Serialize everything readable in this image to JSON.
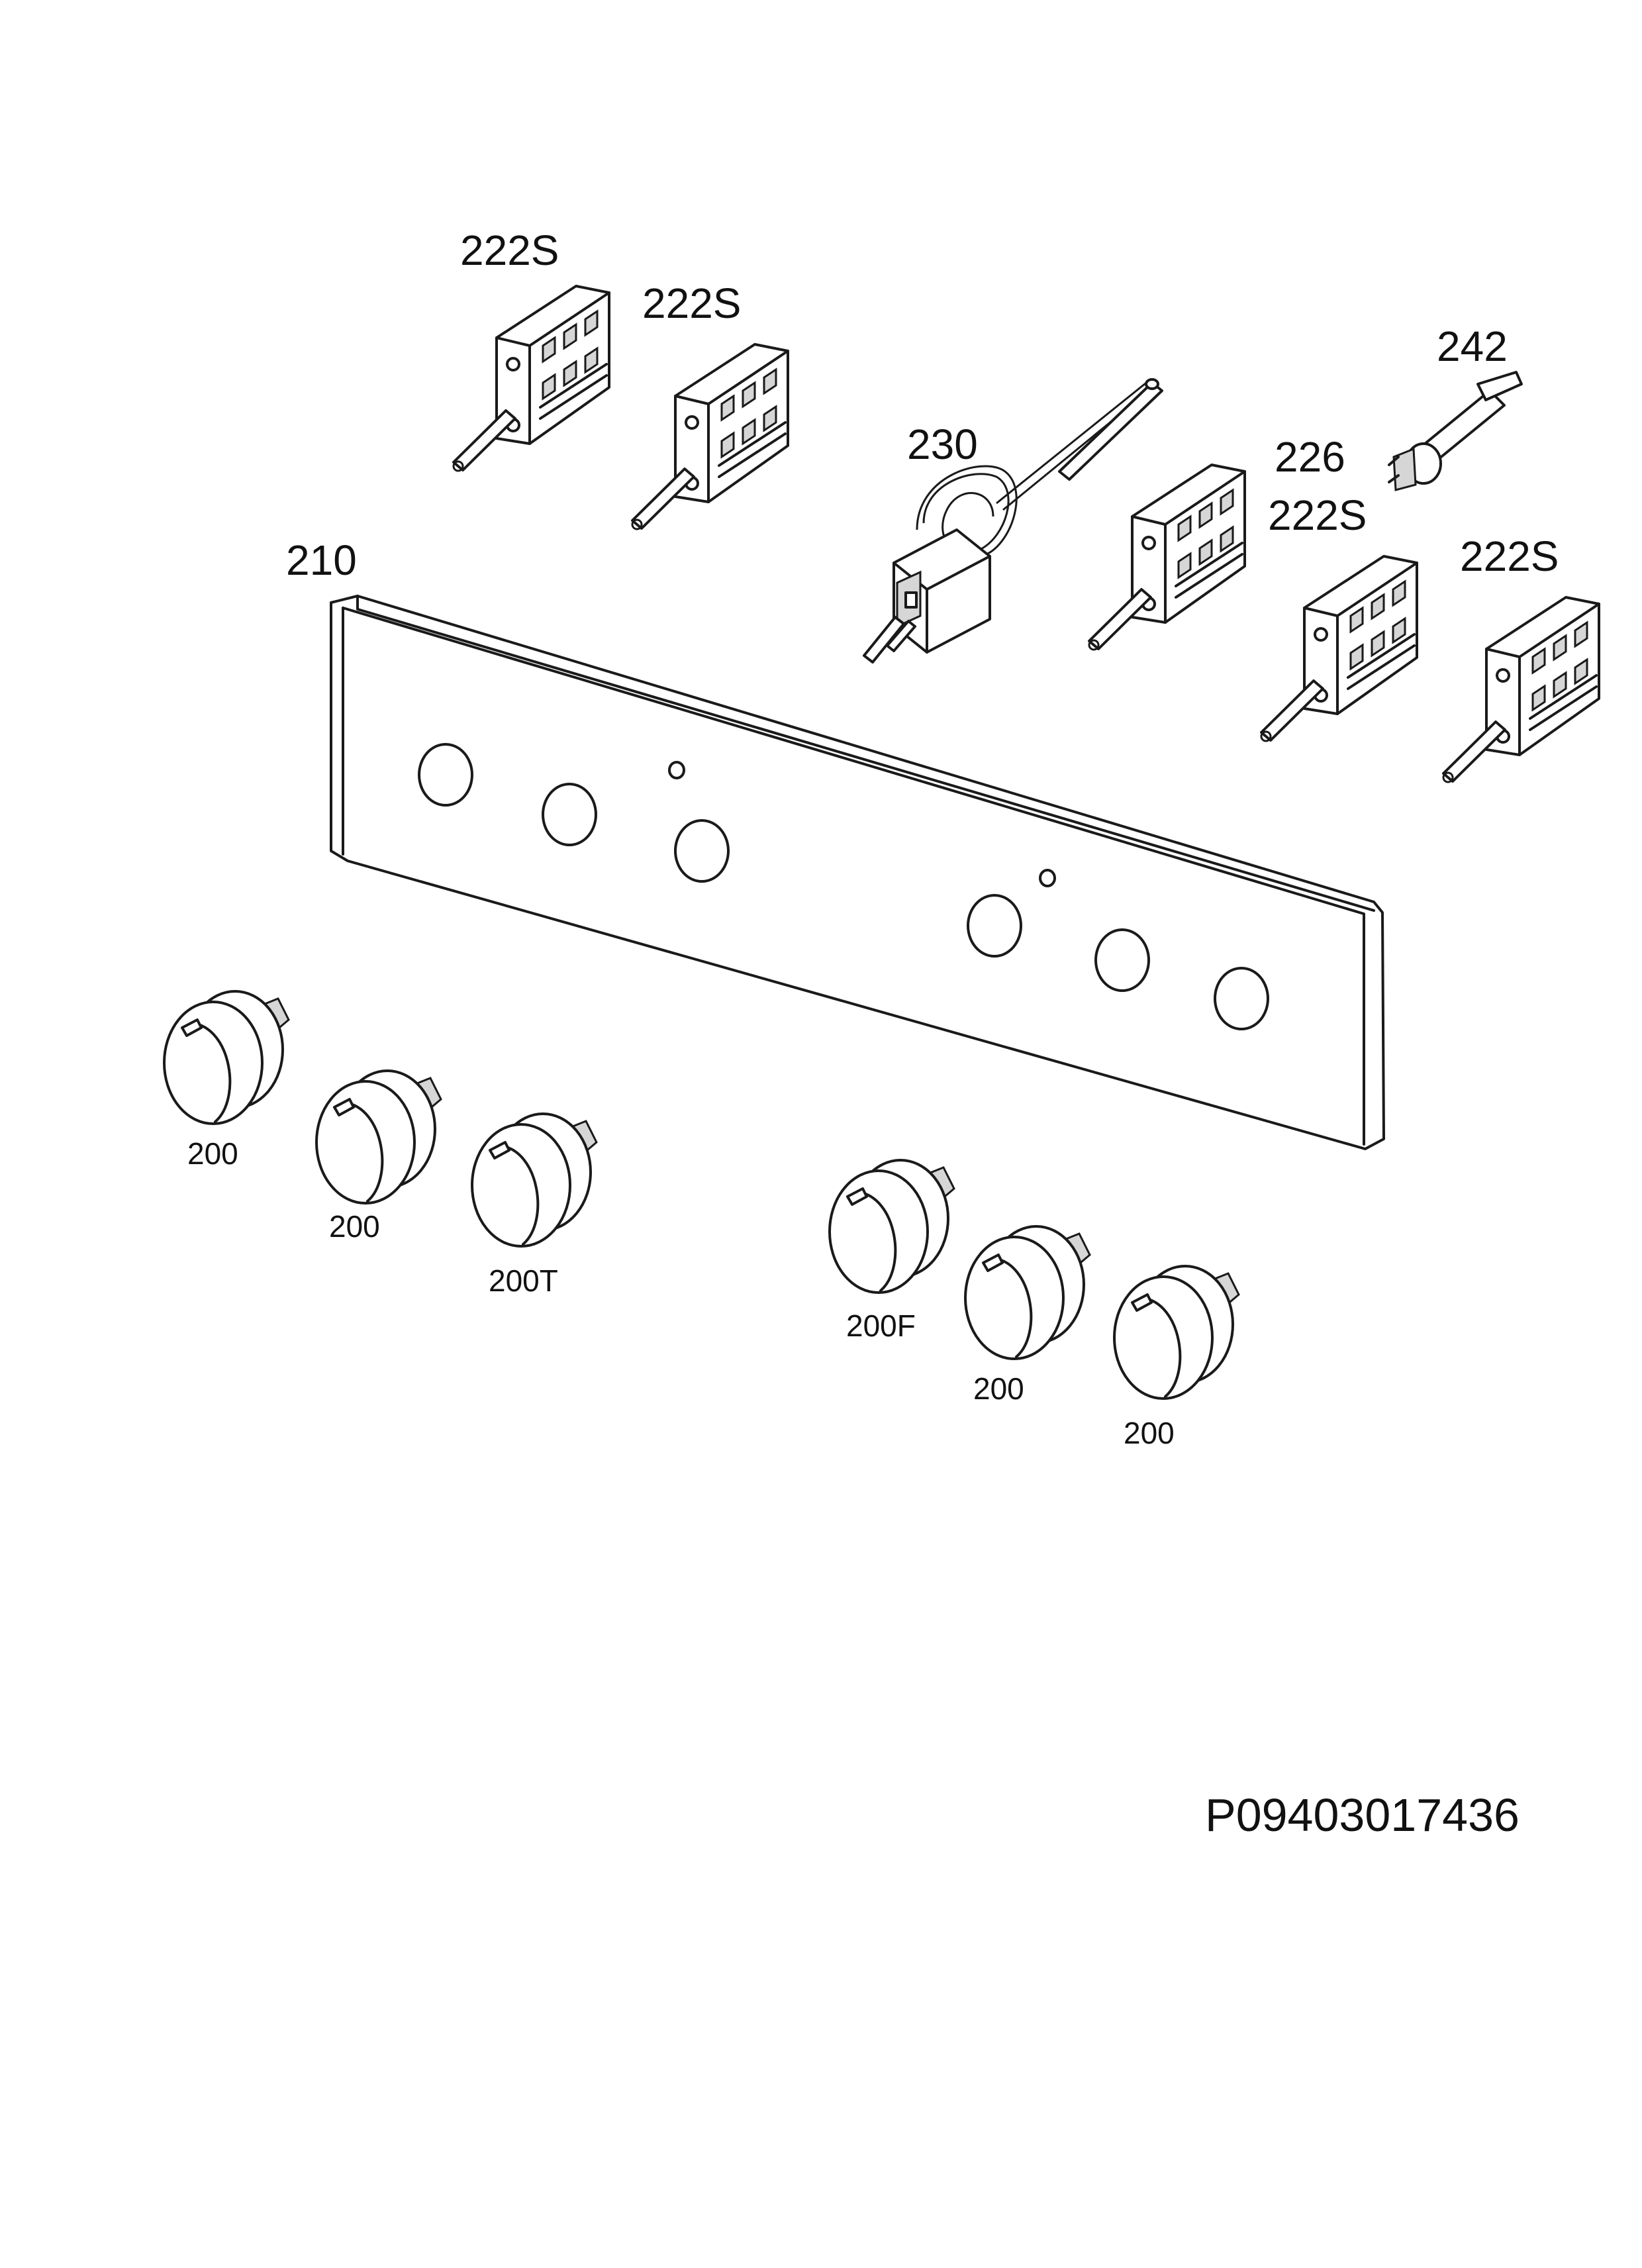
{
  "parts": {
    "switch_1": "222S",
    "switch_2": "222S",
    "thermostat": "230",
    "sensor": "242",
    "switch_3_a": "226",
    "switch_3_b": "222S",
    "switch_4": "222S",
    "panel": "210"
  },
  "knobs": [
    "200",
    "200",
    "200T",
    "200F",
    "200",
    "200"
  ],
  "diagram_code": "P09403017436"
}
